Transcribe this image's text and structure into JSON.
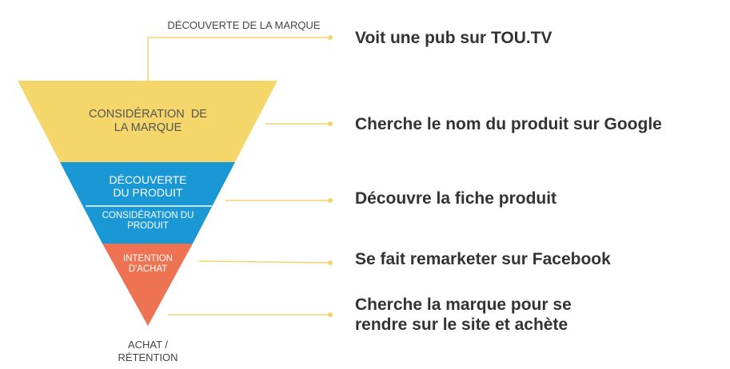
{
  "top_label": "DÉCOUVERTE DE LA MARQUE",
  "bottom_label": {
    "line1": "ACHAT /",
    "line2": "RÉTENTION"
  },
  "stages": [
    {
      "line1": "CONSIDÉRATION  DE",
      "line2": "LA MARQUE",
      "color": "#F4D66A"
    },
    {
      "line1": "DÉCOUVERTE",
      "line2": "DU PRODUIT",
      "color": "#1A98D5"
    },
    {
      "line1": "CONSIDÉRATION DU",
      "line2": "PRODUIT",
      "color": "#1A98D5"
    },
    {
      "line1": "INTENTION",
      "line2": "D'ACHAT",
      "color": "#EE7352"
    }
  ],
  "steps": [
    {
      "line1": "Voit une pub sur TOU.TV"
    },
    {
      "line1": "Cherche le nom du produit sur Google"
    },
    {
      "line1": "Découvre la fiche produit"
    },
    {
      "line1": "Se fait remarketer sur Facebook"
    },
    {
      "line1": "Cherche la marque pour se",
      "line2": "rendre sur le site et achète"
    }
  ],
  "colors": {
    "connector": "#F2D46A",
    "step_text": "#333333",
    "label_text": "#444444"
  }
}
